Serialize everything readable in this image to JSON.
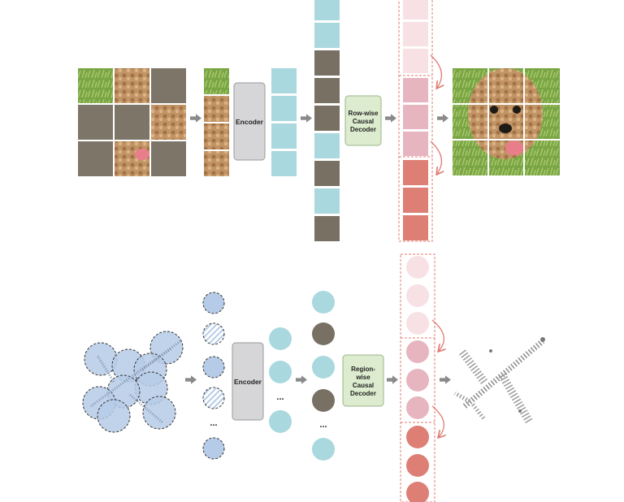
{
  "image_top": {
    "encoder_label": "Encoder",
    "decoder_label": [
      "Row-wise",
      "Causal",
      "Decoder"
    ]
  },
  "point_cloud_bottom": {
    "encoder_label": "Encoder",
    "decoder_label": [
      "Region-",
      "wise",
      "Causal",
      "Decoder"
    ],
    "ellipsis": "..."
  },
  "colors": {
    "visible_token": "#a9d8df",
    "masked_token": "#797064",
    "patch_gray": "#7d7668",
    "encoder_fill": "#d6d6d9",
    "decoder_fill": "#ddeccf",
    "group_light": "#f7e1e4",
    "group_mid": "#e6b5bf",
    "group_dark": "#dd7f74",
    "dashed_red": "#e07b72",
    "point_blue": "#b6cbe8",
    "arrow_gray": "#8a8a8a"
  }
}
